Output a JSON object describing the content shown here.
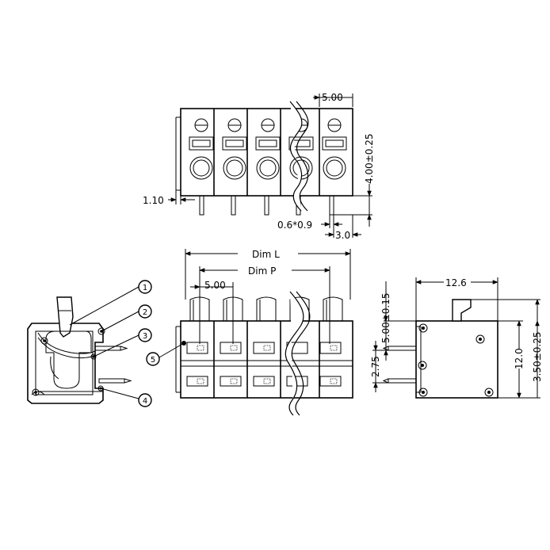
{
  "dimensions": {
    "top_pitch": "5.00",
    "top_height": "4.00±0.25",
    "pin_offset": "1.10",
    "pin_section": "0.6*0.9",
    "pin_spacing": "3.0",
    "dim_l": "Dim  L",
    "dim_p": "Dim  P",
    "front_pitch": "5.00",
    "side_width": "12.6",
    "side_height": "12.0",
    "side_upper": "5.00±0.15",
    "side_lower": "2.75",
    "side_right": "3.50±0.25"
  },
  "callouts": [
    "1",
    "2",
    "3",
    "4",
    "5"
  ],
  "colors": {
    "line": "#000000",
    "background": "#ffffff"
  }
}
